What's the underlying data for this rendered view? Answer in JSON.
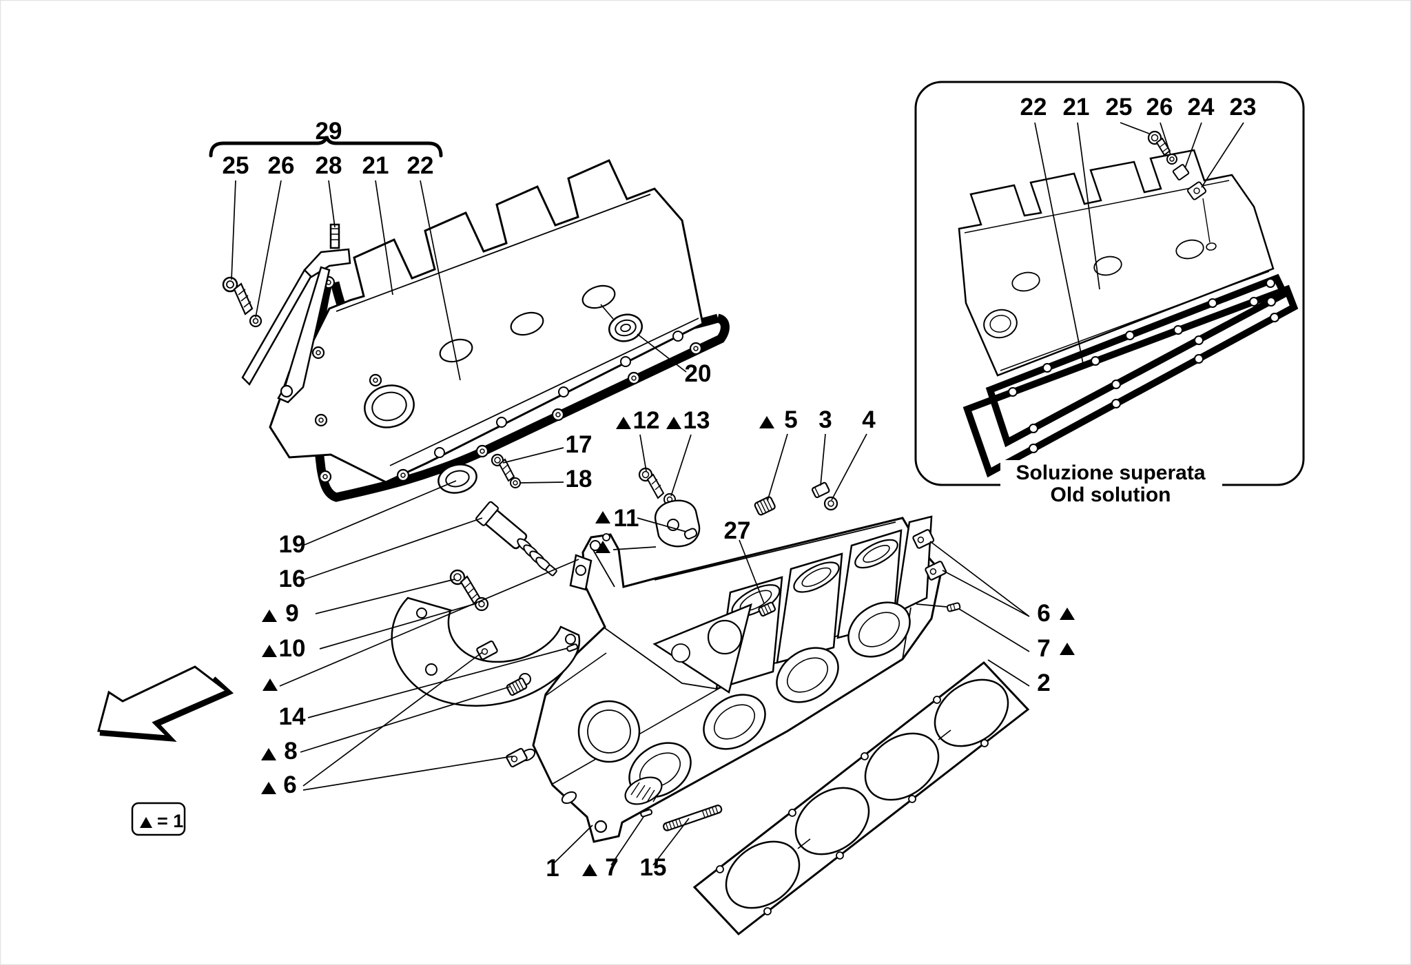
{
  "page": {
    "background": "#ffffff",
    "line_color": "#000000",
    "frame_color": "#e2e2e2"
  },
  "legend": {
    "triangle_symbol": "▲",
    "equals_text": "= 1"
  },
  "inset": {
    "title_line1": "Soluzione superata",
    "title_line2": "Old solution",
    "callouts": {
      "c22": "22",
      "c21": "21",
      "c25": "25",
      "c26": "26",
      "c24": "24",
      "c23": "23"
    }
  },
  "callouts": {
    "c29": "29",
    "c25": "25",
    "c26": "26",
    "c28": "28",
    "c21": "21",
    "c22": "22",
    "c20": "20",
    "c17": "17",
    "c18": "18",
    "c19": "19",
    "c16": "16",
    "c9": "9",
    "c10": "10",
    "c14": "14",
    "c8": "8",
    "c6_left": "6",
    "c12": "12",
    "c13": "13",
    "c5": "5",
    "c3": "3",
    "c4": "4",
    "c11": "11",
    "c27": "27",
    "c6_right": "6",
    "c7_right": "7",
    "c2": "2",
    "c1": "1",
    "c7_bottom": "7",
    "c15": "15"
  }
}
